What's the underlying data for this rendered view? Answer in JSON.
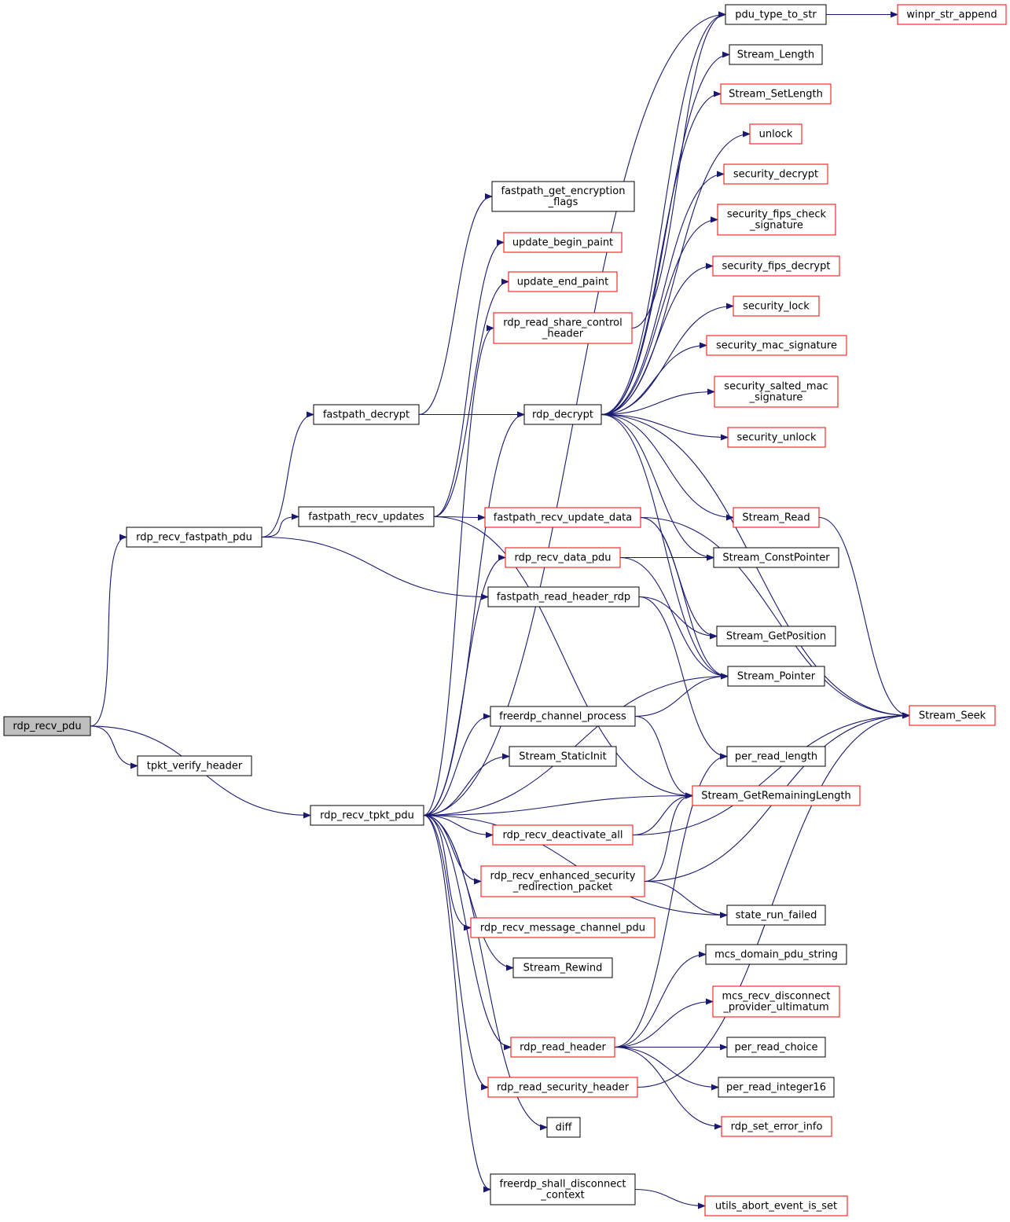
{
  "colors": {
    "edge": "#191970",
    "border_default": "#000000",
    "border_truncated": "#ff0000",
    "root_fill": "#bfbfbf",
    "fill": "#ffffff"
  },
  "nodes": [
    {
      "id": "rdp_recv_pdu",
      "lines": [
        "rdp_recv_pdu"
      ],
      "style": "root"
    },
    {
      "id": "rdp_recv_fastpath_pdu",
      "lines": [
        "rdp_recv_fastpath_pdu"
      ],
      "style": "normal"
    },
    {
      "id": "tpkt_verify_header",
      "lines": [
        "tpkt_verify_header"
      ],
      "style": "normal"
    },
    {
      "id": "rdp_recv_tpkt_pdu",
      "lines": [
        "rdp_recv_tpkt_pdu"
      ],
      "style": "normal"
    },
    {
      "id": "fastpath_decrypt",
      "lines": [
        "fastpath_decrypt"
      ],
      "style": "normal"
    },
    {
      "id": "fastpath_recv_updates",
      "lines": [
        "fastpath_recv_updates"
      ],
      "style": "normal"
    },
    {
      "id": "fastpath_get_encryption_flags",
      "lines": [
        "fastpath_get_encryption",
        "_flags"
      ],
      "style": "normal"
    },
    {
      "id": "update_begin_paint",
      "lines": [
        "update_begin_paint"
      ],
      "style": "red"
    },
    {
      "id": "update_end_paint",
      "lines": [
        "update_end_paint"
      ],
      "style": "red"
    },
    {
      "id": "rdp_read_share_control_header",
      "lines": [
        "rdp_read_share_control",
        "_header"
      ],
      "style": "red"
    },
    {
      "id": "rdp_decrypt",
      "lines": [
        "rdp_decrypt"
      ],
      "style": "normal"
    },
    {
      "id": "fastpath_recv_update_data",
      "lines": [
        "fastpath_recv_update_data"
      ],
      "style": "red"
    },
    {
      "id": "rdp_recv_data_pdu",
      "lines": [
        "rdp_recv_data_pdu"
      ],
      "style": "red"
    },
    {
      "id": "fastpath_read_header_rdp",
      "lines": [
        "fastpath_read_header_rdp"
      ],
      "style": "normal"
    },
    {
      "id": "freerdp_channel_process",
      "lines": [
        "freerdp_channel_process"
      ],
      "style": "normal"
    },
    {
      "id": "Stream_StaticInit",
      "lines": [
        "Stream_StaticInit"
      ],
      "style": "normal"
    },
    {
      "id": "rdp_recv_deactivate_all",
      "lines": [
        "rdp_recv_deactivate_all"
      ],
      "style": "red"
    },
    {
      "id": "rdp_recv_enhanced_security_redirection_packet",
      "lines": [
        "rdp_recv_enhanced_security",
        "_redirection_packet"
      ],
      "style": "red"
    },
    {
      "id": "rdp_recv_message_channel_pdu",
      "lines": [
        "rdp_recv_message_channel_pdu"
      ],
      "style": "red"
    },
    {
      "id": "Stream_Rewind",
      "lines": [
        "Stream_Rewind"
      ],
      "style": "normal"
    },
    {
      "id": "rdp_read_header",
      "lines": [
        "rdp_read_header"
      ],
      "style": "red"
    },
    {
      "id": "rdp_read_security_header",
      "lines": [
        "rdp_read_security_header"
      ],
      "style": "red"
    },
    {
      "id": "diff",
      "lines": [
        "diff"
      ],
      "style": "normal"
    },
    {
      "id": "freerdp_shall_disconnect_context",
      "lines": [
        "freerdp_shall_disconnect",
        "_context"
      ],
      "style": "normal"
    },
    {
      "id": "pdu_type_to_str",
      "lines": [
        "pdu_type_to_str"
      ],
      "style": "normal"
    },
    {
      "id": "winpr_str_append",
      "lines": [
        "winpr_str_append"
      ],
      "style": "red"
    },
    {
      "id": "Stream_Length",
      "lines": [
        "Stream_Length"
      ],
      "style": "normal"
    },
    {
      "id": "Stream_SetLength",
      "lines": [
        "Stream_SetLength"
      ],
      "style": "red"
    },
    {
      "id": "unlock",
      "lines": [
        "unlock"
      ],
      "style": "red"
    },
    {
      "id": "security_decrypt",
      "lines": [
        "security_decrypt"
      ],
      "style": "red"
    },
    {
      "id": "security_fips_check_signature",
      "lines": [
        "security_fips_check",
        "_signature"
      ],
      "style": "red"
    },
    {
      "id": "security_fips_decrypt",
      "lines": [
        "security_fips_decrypt"
      ],
      "style": "red"
    },
    {
      "id": "security_lock",
      "lines": [
        "security_lock"
      ],
      "style": "red"
    },
    {
      "id": "security_mac_signature",
      "lines": [
        "security_mac_signature"
      ],
      "style": "red"
    },
    {
      "id": "security_salted_mac_signature",
      "lines": [
        "security_salted_mac",
        "_signature"
      ],
      "style": "red"
    },
    {
      "id": "security_unlock",
      "lines": [
        "security_unlock"
      ],
      "style": "red"
    },
    {
      "id": "Stream_Read",
      "lines": [
        "Stream_Read"
      ],
      "style": "red"
    },
    {
      "id": "Stream_ConstPointer",
      "lines": [
        "Stream_ConstPointer"
      ],
      "style": "normal"
    },
    {
      "id": "Stream_GetPosition",
      "lines": [
        "Stream_GetPosition"
      ],
      "style": "normal"
    },
    {
      "id": "Stream_Pointer",
      "lines": [
        "Stream_Pointer"
      ],
      "style": "normal"
    },
    {
      "id": "Stream_Seek",
      "lines": [
        "Stream_Seek"
      ],
      "style": "red"
    },
    {
      "id": "per_read_length",
      "lines": [
        "per_read_length"
      ],
      "style": "normal"
    },
    {
      "id": "Stream_GetRemainingLength",
      "lines": [
        "Stream_GetRemainingLength"
      ],
      "style": "red"
    },
    {
      "id": "state_run_failed",
      "lines": [
        "state_run_failed"
      ],
      "style": "normal"
    },
    {
      "id": "mcs_domain_pdu_string",
      "lines": [
        "mcs_domain_pdu_string"
      ],
      "style": "normal"
    },
    {
      "id": "mcs_recv_disconnect_provider_ultimatum",
      "lines": [
        "mcs_recv_disconnect",
        "_provider_ultimatum"
      ],
      "style": "red"
    },
    {
      "id": "per_read_choice",
      "lines": [
        "per_read_choice"
      ],
      "style": "normal"
    },
    {
      "id": "per_read_integer16",
      "lines": [
        "per_read_integer16"
      ],
      "style": "normal"
    },
    {
      "id": "rdp_set_error_info",
      "lines": [
        "rdp_set_error_info"
      ],
      "style": "red"
    },
    {
      "id": "utils_abort_event_is_set",
      "lines": [
        "utils_abort_event_is_set"
      ],
      "style": "red"
    }
  ],
  "edges": [
    [
      "rdp_recv_pdu",
      "rdp_recv_fastpath_pdu"
    ],
    [
      "rdp_recv_pdu",
      "tpkt_verify_header"
    ],
    [
      "rdp_recv_pdu",
      "rdp_recv_tpkt_pdu"
    ],
    [
      "rdp_recv_fastpath_pdu",
      "fastpath_decrypt"
    ],
    [
      "rdp_recv_fastpath_pdu",
      "fastpath_recv_updates"
    ],
    [
      "rdp_recv_fastpath_pdu",
      "fastpath_read_header_rdp"
    ],
    [
      "fastpath_decrypt",
      "fastpath_get_encryption_flags"
    ],
    [
      "fastpath_decrypt",
      "rdp_decrypt"
    ],
    [
      "fastpath_recv_updates",
      "update_begin_paint"
    ],
    [
      "fastpath_recv_updates",
      "update_end_paint"
    ],
    [
      "fastpath_recv_updates",
      "fastpath_recv_update_data"
    ],
    [
      "fastpath_recv_updates",
      "Stream_GetRemainingLength"
    ],
    [
      "rdp_decrypt",
      "pdu_type_to_str"
    ],
    [
      "rdp_decrypt",
      "Stream_Length"
    ],
    [
      "rdp_decrypt",
      "Stream_SetLength"
    ],
    [
      "rdp_decrypt",
      "unlock"
    ],
    [
      "rdp_decrypt",
      "security_decrypt"
    ],
    [
      "rdp_decrypt",
      "security_fips_check_signature"
    ],
    [
      "rdp_decrypt",
      "security_fips_decrypt"
    ],
    [
      "rdp_decrypt",
      "security_lock"
    ],
    [
      "rdp_decrypt",
      "security_mac_signature"
    ],
    [
      "rdp_decrypt",
      "security_salted_mac_signature"
    ],
    [
      "rdp_decrypt",
      "security_unlock"
    ],
    [
      "rdp_decrypt",
      "Stream_Read"
    ],
    [
      "rdp_decrypt",
      "Stream_ConstPointer"
    ],
    [
      "rdp_decrypt",
      "Stream_Pointer"
    ],
    [
      "rdp_decrypt",
      "Stream_Seek"
    ],
    [
      "pdu_type_to_str",
      "winpr_str_append"
    ],
    [
      "rdp_read_share_control_header",
      "pdu_type_to_str"
    ],
    [
      "Stream_Read",
      "Stream_Seek"
    ],
    [
      "fastpath_recv_update_data",
      "Stream_GetPosition"
    ],
    [
      "fastpath_recv_update_data",
      "Stream_Pointer"
    ],
    [
      "fastpath_recv_update_data",
      "Stream_Seek"
    ],
    [
      "rdp_recv_data_pdu",
      "Stream_ConstPointer"
    ],
    [
      "rdp_recv_data_pdu",
      "Stream_Pointer"
    ],
    [
      "fastpath_read_header_rdp",
      "Stream_GetPosition"
    ],
    [
      "fastpath_read_header_rdp",
      "per_read_length"
    ],
    [
      "freerdp_channel_process",
      "Stream_Pointer"
    ],
    [
      "freerdp_channel_process",
      "Stream_GetRemainingLength"
    ],
    [
      "rdp_recv_tpkt_pdu",
      "rdp_read_share_control_header"
    ],
    [
      "rdp_recv_tpkt_pdu",
      "rdp_decrypt"
    ],
    [
      "rdp_recv_tpkt_pdu",
      "rdp_recv_data_pdu"
    ],
    [
      "rdp_recv_tpkt_pdu",
      "Stream_Pointer"
    ],
    [
      "rdp_recv_tpkt_pdu",
      "freerdp_channel_process"
    ],
    [
      "rdp_recv_tpkt_pdu",
      "Stream_StaticInit"
    ],
    [
      "rdp_recv_tpkt_pdu",
      "Stream_GetRemainingLength"
    ],
    [
      "rdp_recv_tpkt_pdu",
      "rdp_recv_deactivate_all"
    ],
    [
      "rdp_recv_tpkt_pdu",
      "rdp_recv_enhanced_security_redirection_packet"
    ],
    [
      "rdp_recv_tpkt_pdu",
      "rdp_recv_message_channel_pdu"
    ],
    [
      "rdp_recv_tpkt_pdu",
      "Stream_Rewind"
    ],
    [
      "rdp_recv_tpkt_pdu",
      "state_run_failed"
    ],
    [
      "rdp_recv_tpkt_pdu",
      "rdp_read_header"
    ],
    [
      "rdp_recv_tpkt_pdu",
      "rdp_read_security_header"
    ],
    [
      "rdp_recv_tpkt_pdu",
      "diff"
    ],
    [
      "rdp_recv_tpkt_pdu",
      "freerdp_shall_disconnect_context"
    ],
    [
      "rdp_recv_tpkt_pdu",
      "pdu_type_to_str"
    ],
    [
      "rdp_recv_deactivate_all",
      "Stream_GetRemainingLength"
    ],
    [
      "rdp_recv_deactivate_all",
      "Stream_Seek"
    ],
    [
      "rdp_recv_enhanced_security_redirection_packet",
      "Stream_GetRemainingLength"
    ],
    [
      "rdp_recv_enhanced_security_redirection_packet",
      "Stream_Seek"
    ],
    [
      "rdp_recv_enhanced_security_redirection_packet",
      "state_run_failed"
    ],
    [
      "rdp_read_header",
      "per_read_length"
    ],
    [
      "rdp_read_header",
      "mcs_domain_pdu_string"
    ],
    [
      "rdp_read_header",
      "mcs_recv_disconnect_provider_ultimatum"
    ],
    [
      "rdp_read_header",
      "per_read_choice"
    ],
    [
      "rdp_read_header",
      "per_read_integer16"
    ],
    [
      "rdp_read_header",
      "rdp_set_error_info"
    ],
    [
      "rdp_read_security_header",
      "Stream_Seek"
    ],
    [
      "freerdp_shall_disconnect_context",
      "utils_abort_event_is_set"
    ]
  ]
}
